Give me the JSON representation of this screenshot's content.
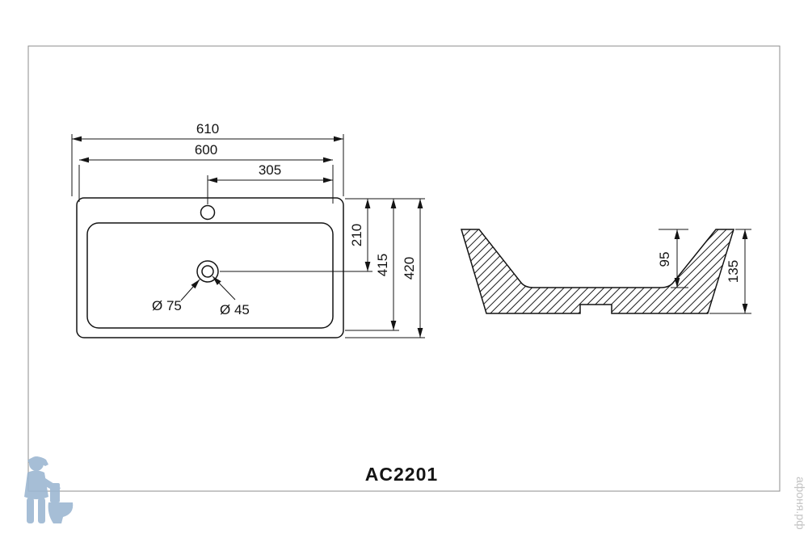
{
  "title": {
    "model": "AC2201"
  },
  "watermark": {
    "site": "афоня.рф"
  },
  "top_view": {
    "dim_width_overall": "610",
    "dim_width_inner": "600",
    "dim_faucet_center_to_right": "305",
    "dim_top_to_drain_center": "210",
    "dim_top_to_inner_bottom": "415",
    "dim_depth_overall": "420",
    "dim_drain_outer_diameter": "Ø 75",
    "dim_drain_inner_diameter": "Ø 45"
  },
  "side_view": {
    "dim_bowl_depth": "95",
    "dim_overall_height": "135"
  }
}
